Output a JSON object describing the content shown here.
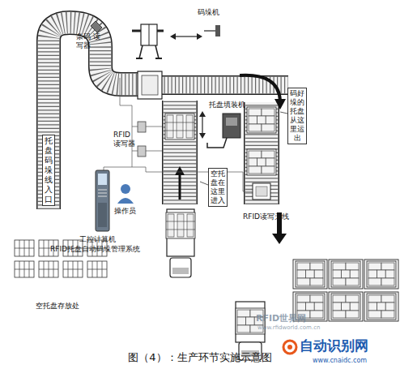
{
  "diagram": {
    "caption": "图（4）：生产环节实施示意图",
    "nodes": [
      {
        "text": [
          "托盘码垛线入口"
        ]
      },
      {
        "text": [
          "码好垛的托盘从这里运出"
        ]
      },
      {
        "text": [
          "空托盘在这里进入"
        ]
      }
    ],
    "labels": [
      "码垛机",
      "条码 读写器",
      "托盘填装机",
      "RFID 读写器",
      "工控计算机",
      "RFID托盘自动码垛管理系统",
      "操作员",
      "RFID读写天线",
      "空托盘存放处",
      "RFID世界网",
      "www.rfidworld.com.cn",
      "自动识别网",
      "www.cnaidc.com"
    ]
  }
}
